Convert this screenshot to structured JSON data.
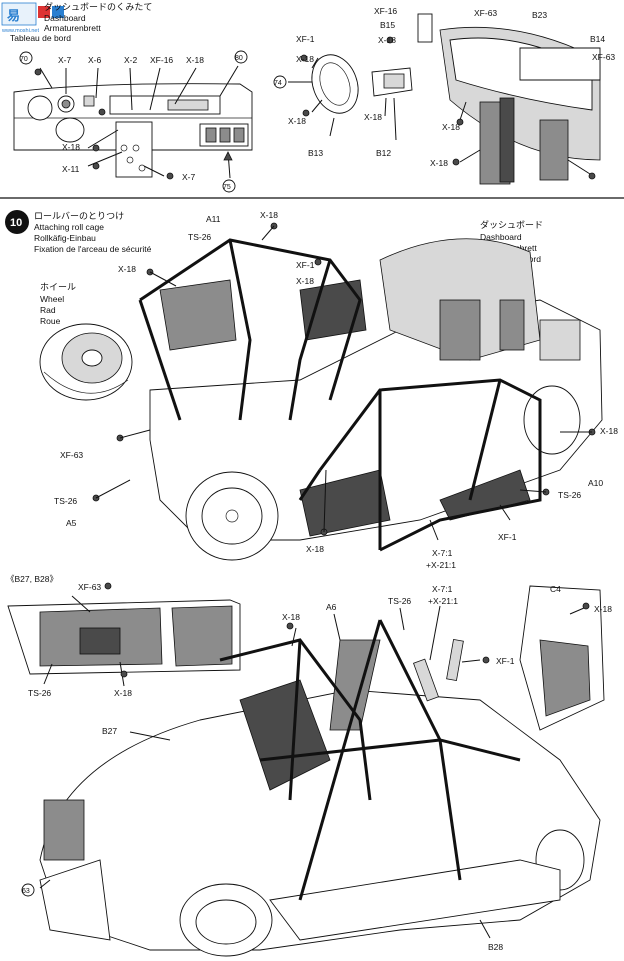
{
  "watermark": {
    "brand": "易",
    "site": "www.moshi.net"
  },
  "dashboard_section": {
    "title_ja": "ダッシュボードのくみたて",
    "title_en": "Dashboard",
    "title_de": "Armaturenbrett",
    "title_fr": "Tableau de bord",
    "markers": {
      "m70": "70",
      "m80": "80",
      "m74": "74",
      "m75": "75"
    },
    "labels": {
      "x7a": "X-7",
      "x6": "X-6",
      "x2": "X-2",
      "xf16a": "XF-16",
      "x18a": "X-18",
      "x18b": "X-18",
      "x11": "X-11",
      "x7b": "X-7",
      "xf16b": "XF-16",
      "b15": "B15",
      "x18c": "X-18",
      "xf63a": "XF-63",
      "b23": "B23",
      "xf1a": "XF-1",
      "x18d": "X-18",
      "b14": "B14",
      "xf63b": "XF-63",
      "x18e": "X-18",
      "x18f": "X-18",
      "b13": "B13",
      "b12": "B12",
      "x18g": "X-18",
      "x18h": "X-18"
    }
  },
  "step10": {
    "number": "10",
    "title_ja": "ロールバーのとりつけ",
    "title_en": "Attaching roll cage",
    "title_de": "Rollkäfig-Einbau",
    "title_fr": "Fixation de l'arceau de sécurité",
    "wheel": {
      "ja": "ホイール",
      "en": "Wheel",
      "de": "Rad",
      "fr": "Roue"
    },
    "dash": {
      "ja": "ダッシュボード",
      "en": "Dashboard",
      "de": "Armaturenbrett",
      "fr": "Tableau de bord"
    },
    "labels": {
      "a11": "A11",
      "x18a": "X-18",
      "ts26a": "TS-26",
      "xf1a": "XF-1",
      "x18b": "X-18",
      "x18c": "X-18",
      "xf63": "XF-63",
      "ts26b": "TS-26",
      "a5": "A5",
      "x18d": "X-18",
      "a10": "A10",
      "ts26c": "TS-26",
      "xf1b": "XF-1",
      "mix1": "X-7:1",
      "mix2": "+X-21:1"
    }
  },
  "bottom_section": {
    "heading": "《B27, B28》",
    "labels": {
      "xf63": "XF-63",
      "ts26a": "TS-26",
      "x18a": "X-18",
      "x18b": "X-18",
      "a6": "A6",
      "ts26b": "TS-26",
      "mix1": "X-7:1",
      "mix2": "+X-21:1",
      "c4": "C4",
      "x18c": "X-18",
      "xf1": "XF-1",
      "b27": "B27",
      "b28": "B28",
      "m63": "63"
    }
  }
}
